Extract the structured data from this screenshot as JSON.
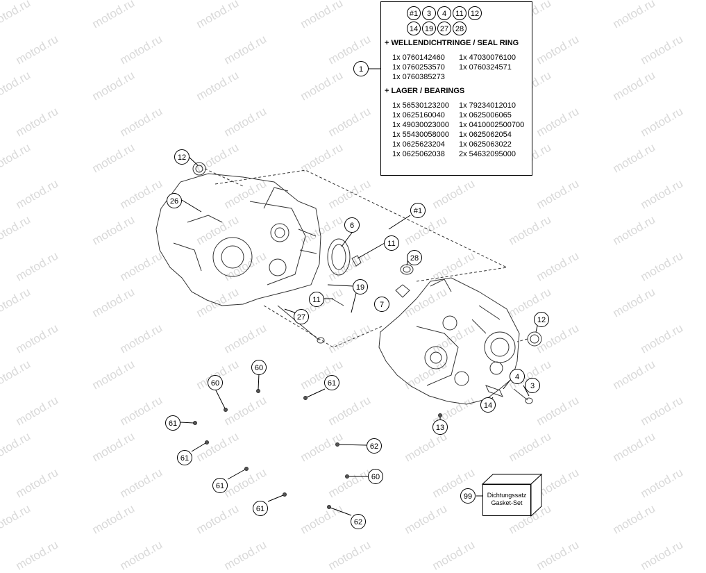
{
  "watermark": "motod.ru",
  "kit_box": {
    "callouts_row1": [
      "#1",
      "3",
      "4",
      "11",
      "12"
    ],
    "callouts_row2": [
      "14",
      "19",
      "27",
      "28"
    ],
    "seal_section": {
      "title": "+ WELLENDICHTRINGE / SEAL RING",
      "left": [
        "1x 0760142460",
        "1x 0760253570",
        "1x 0760385273"
      ],
      "right": [
        "1x 47030076100",
        "1x 0760324571"
      ]
    },
    "bearing_section": {
      "title": "+ LAGER / BEARINGS",
      "left": [
        "1x 56530123200",
        "1x 0625160040",
        "1x 49030023000",
        "1x 55430058000",
        "1x 0625623204",
        "1x 0625062038"
      ],
      "right": [
        "1x 79234012010",
        "1x 0625006065",
        "1x 0410002500700",
        "1x 0625062054",
        "1x 0625063022",
        "2x 54632095000"
      ]
    }
  },
  "callouts": {
    "c1": "1",
    "c12a": "12",
    "c26": "26",
    "c6": "6",
    "c11a": "11",
    "c28": "28",
    "c19": "19",
    "c11b": "11",
    "c7": "7",
    "c27": "27",
    "c12b": "12",
    "c4": "4",
    "c3": "3",
    "c14": "14",
    "c13": "13",
    "c60a": "60",
    "c60b": "60",
    "c61a": "61",
    "c61b": "61",
    "c61c": "61",
    "c61d": "61",
    "c61e": "61",
    "c62a": "62",
    "c60c": "60",
    "c62b": "62",
    "c99": "99",
    "cHash1": "#1"
  },
  "gasket_set": {
    "line1": "Dichtungssatz",
    "line2": "Gasket-Set"
  }
}
